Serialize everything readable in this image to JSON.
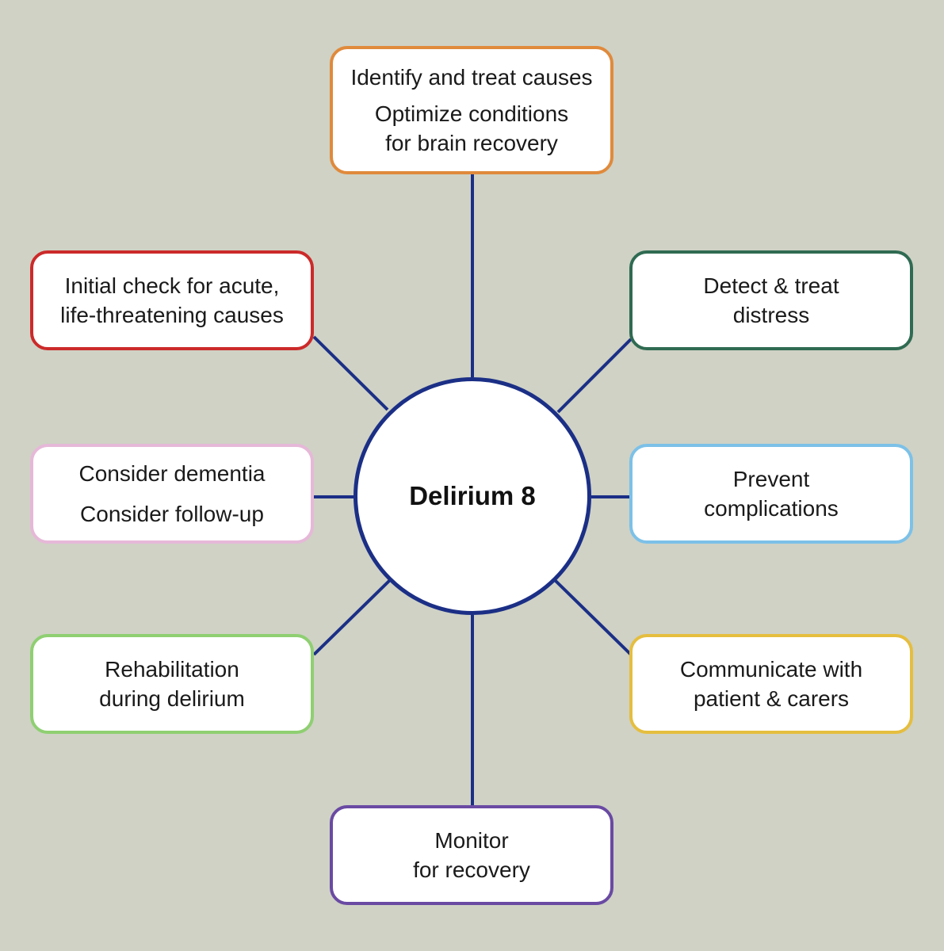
{
  "diagram": {
    "center": {
      "label": "Delirium 8"
    },
    "nodes": {
      "top": {
        "lines": [
          "Identify and treat causes",
          "Optimize conditions",
          "for brain recovery"
        ],
        "color": "#e08a3c"
      },
      "upper_left": {
        "lines": [
          "Initial check for acute,",
          "life-threatening causes"
        ],
        "color": "#cc2a2a"
      },
      "upper_right": {
        "lines": [
          "Detect & treat",
          "distress"
        ],
        "color": "#2f6b52"
      },
      "middle_left": {
        "lines": [
          "Consider dementia",
          "Consider follow-up"
        ],
        "color": "#e6b8d8"
      },
      "middle_right": {
        "lines": [
          "Prevent",
          "complications"
        ],
        "color": "#7cc1e8"
      },
      "lower_left": {
        "lines": [
          "Rehabilitation",
          "during delirium"
        ],
        "color": "#8fcf72"
      },
      "lower_right": {
        "lines": [
          "Communicate with",
          "patient & carers"
        ],
        "color": "#e5be3f"
      },
      "bottom": {
        "lines": [
          "Monitor",
          "for recovery"
        ],
        "color": "#6a4aa3"
      }
    },
    "connector_color": "#1b2f86"
  }
}
